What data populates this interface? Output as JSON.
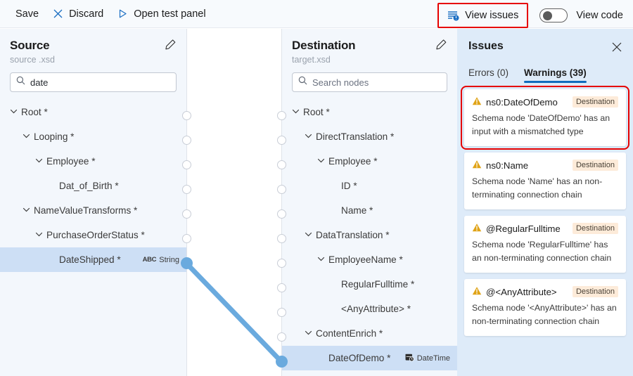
{
  "toolbar": {
    "save_label": "Save",
    "discard_label": "Discard",
    "discard_icon": "close-x-icon",
    "open_test_panel_label": "Open test panel",
    "open_test_panel_icon": "play-triangle-icon",
    "view_issues_label": "View issues",
    "view_issues_icon": "issues-list-icon",
    "view_code_label": "View code",
    "view_code_toggle_state": "off",
    "highlight_color": "#e60000"
  },
  "source": {
    "title": "Source",
    "subtitle": "source .xsd",
    "edit_icon": "pencil-icon",
    "search": {
      "value": "date",
      "placeholder": "Search nodes",
      "icon": "search-icon"
    },
    "nodes": [
      {
        "label": "Root *",
        "indent": 0,
        "expandable": true,
        "selected": false,
        "type": ""
      },
      {
        "label": "Looping *",
        "indent": 1,
        "expandable": true,
        "selected": false,
        "type": ""
      },
      {
        "label": "Employee *",
        "indent": 2,
        "expandable": true,
        "selected": false,
        "type": ""
      },
      {
        "label": "Dat_of_Birth *",
        "indent": 3,
        "expandable": false,
        "selected": false,
        "type": ""
      },
      {
        "label": "NameValueTransforms *",
        "indent": 1,
        "expandable": true,
        "selected": false,
        "type": ""
      },
      {
        "label": "PurchaseOrderStatus *",
        "indent": 2,
        "expandable": true,
        "selected": false,
        "type": ""
      },
      {
        "label": "DateShipped *",
        "indent": 3,
        "expandable": false,
        "selected": true,
        "type": "String",
        "type_icon": "abc-icon"
      }
    ]
  },
  "destination": {
    "title": "Destination",
    "subtitle": "target.xsd",
    "edit_icon": "pencil-icon",
    "search": {
      "value": "",
      "placeholder": "Search nodes",
      "icon": "search-icon"
    },
    "nodes": [
      {
        "label": "Root *",
        "indent": 0,
        "expandable": true,
        "selected": false,
        "type": ""
      },
      {
        "label": "DirectTranslation *",
        "indent": 1,
        "expandable": true,
        "selected": false,
        "type": ""
      },
      {
        "label": "Employee *",
        "indent": 2,
        "expandable": true,
        "selected": false,
        "type": ""
      },
      {
        "label": "ID *",
        "indent": 3,
        "expandable": false,
        "selected": false,
        "type": ""
      },
      {
        "label": "Name *",
        "indent": 3,
        "expandable": false,
        "selected": false,
        "type": ""
      },
      {
        "label": "DataTranslation *",
        "indent": 1,
        "expandable": true,
        "selected": false,
        "type": ""
      },
      {
        "label": "EmployeeName *",
        "indent": 2,
        "expandable": true,
        "selected": false,
        "type": ""
      },
      {
        "label": "RegularFulltime *",
        "indent": 3,
        "expandable": false,
        "selected": false,
        "type": ""
      },
      {
        "label": "<AnyAttribute> *",
        "indent": 3,
        "expandable": false,
        "selected": false,
        "type": ""
      },
      {
        "label": "ContentEnrich *",
        "indent": 1,
        "expandable": true,
        "selected": false,
        "type": ""
      },
      {
        "label": "DateOfDemo *",
        "indent": 2,
        "expandable": false,
        "selected": true,
        "type": "DateTime",
        "type_icon": "calendar-clock-icon"
      }
    ]
  },
  "connection": {
    "from_node": "DateShipped *",
    "to_node": "DateOfDemo *",
    "color": "#6aaade"
  },
  "issues": {
    "title": "Issues",
    "close_icon": "close-icon",
    "tabs": [
      {
        "label": "Errors (0)",
        "active": false
      },
      {
        "label": "Warnings (39)",
        "active": true
      }
    ],
    "items": [
      {
        "name": "ns0:DateOfDemo",
        "tag": "Destination",
        "description": "Schema node 'DateOfDemo' has an input with a mismatched type",
        "icon": "warning-triangle-icon",
        "highlighted": true
      },
      {
        "name": "ns0:Name",
        "tag": "Destination",
        "description": "Schema node 'Name' has an non-terminating connection chain",
        "icon": "warning-triangle-icon",
        "highlighted": false
      },
      {
        "name": "@RegularFulltime",
        "tag": "Destination",
        "description": "Schema node 'RegularFulltime' has an non-terminating connection chain",
        "icon": "warning-triangle-icon",
        "highlighted": false
      },
      {
        "name": "@<AnyAttribute>",
        "tag": "Destination",
        "description": "Schema node '<AnyAttribute>' has an non-terminating connection chain",
        "icon": "warning-triangle-icon",
        "highlighted": false
      }
    ]
  }
}
